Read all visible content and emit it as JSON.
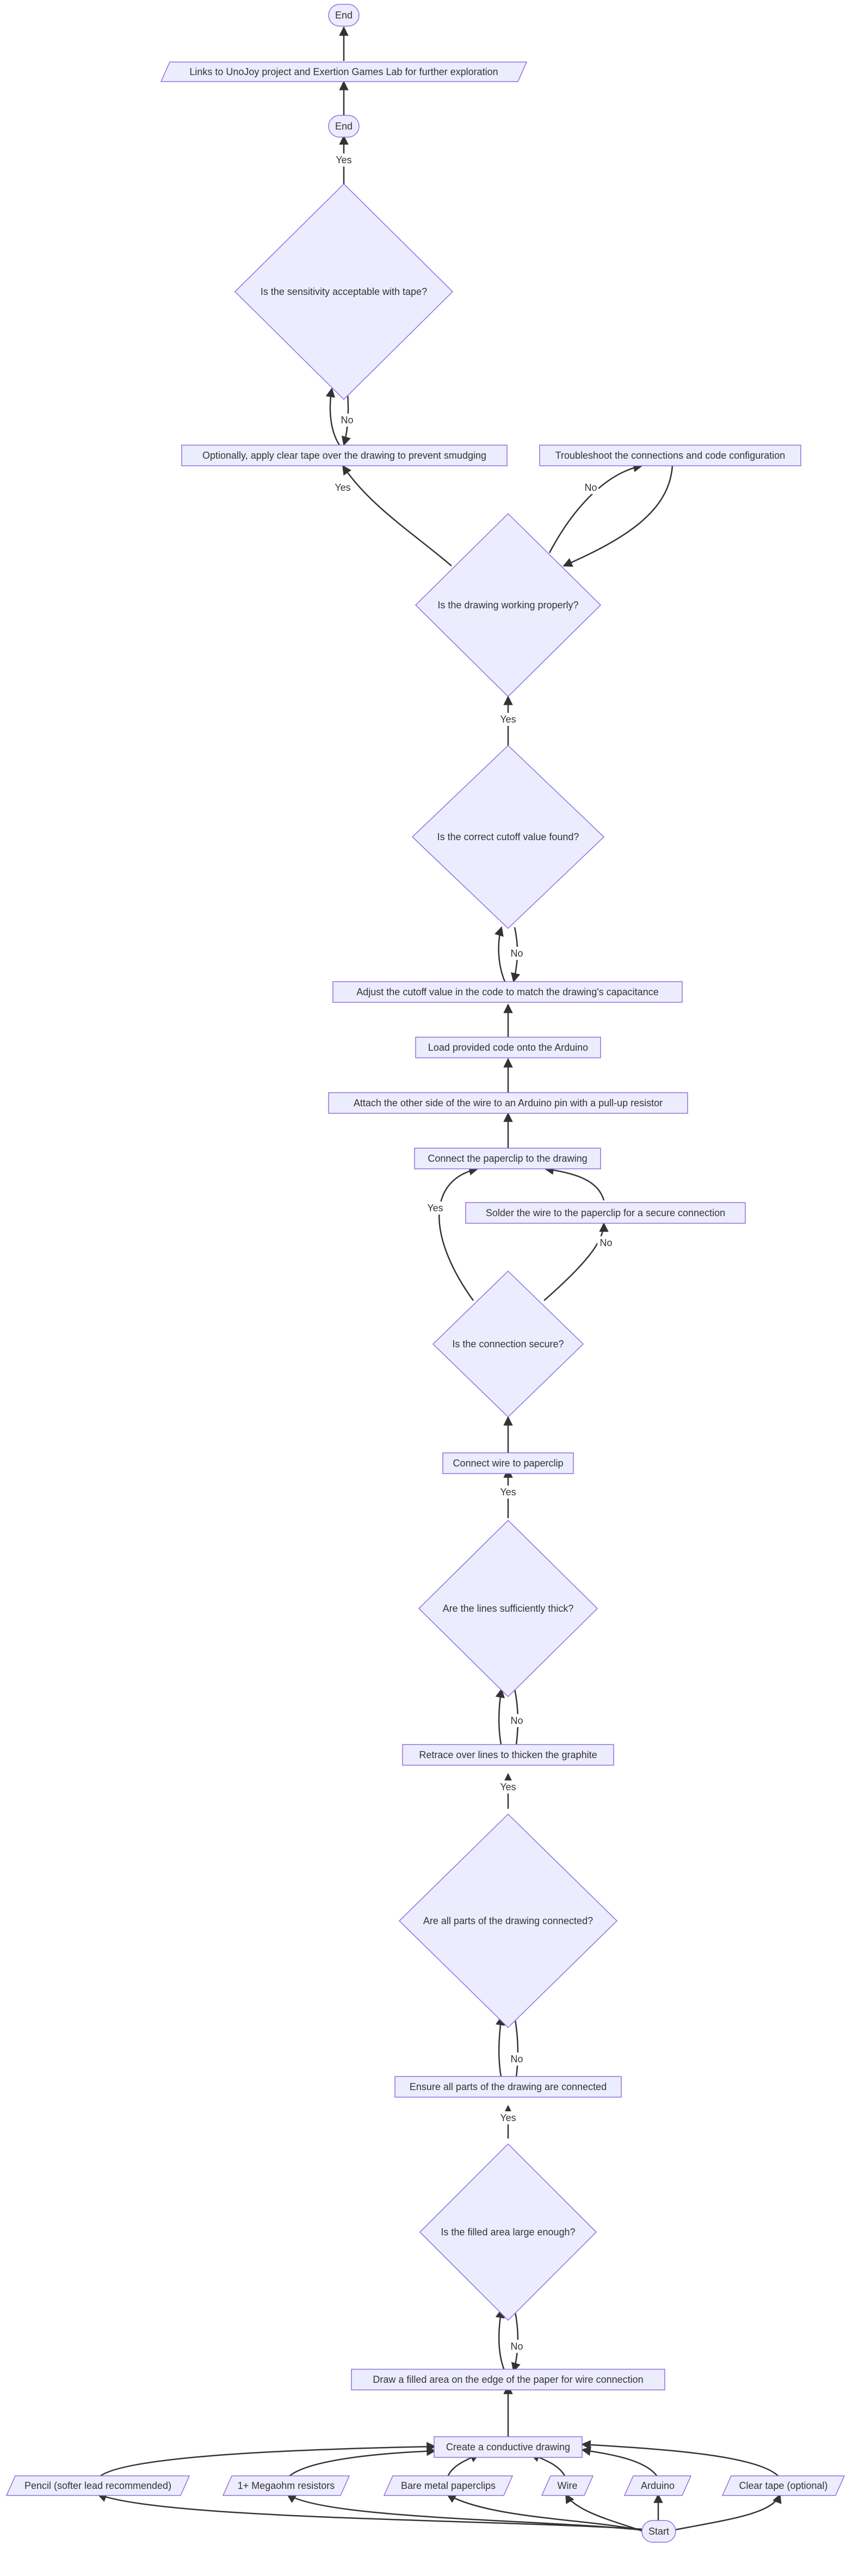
{
  "nodes": {
    "end_top": "End",
    "links": "Links to UnoJoy project and Exertion Games Lab for further exploration",
    "end_mid": "End",
    "q_sensitivity": "Is the sensitivity acceptable with tape?",
    "apply_tape": "Optionally, apply clear tape over the drawing to prevent smudging",
    "troubleshoot": "Troubleshoot the connections and code configuration",
    "q_working": "Is the drawing working properly?",
    "q_cutoff": "Is the correct cutoff value found?",
    "adjust_cutoff": "Adjust the cutoff value in the code to match the drawing's capacitance",
    "load_code": "Load provided code onto the Arduino",
    "attach_wire": "Attach the other side of the wire to an Arduino pin with a pull-up resistor",
    "connect_paperclip": "Connect the paperclip to the drawing",
    "solder": "Solder the wire to the paperclip for a secure connection",
    "q_secure": "Is the connection secure?",
    "wire_to_clip": "Connect wire to paperclip",
    "q_thick": "Are the lines sufficiently thick?",
    "retrace": "Retrace over lines to thicken the graphite",
    "q_connected": "Are all parts of the drawing connected?",
    "ensure_connected": "Ensure all parts of the drawing are connected",
    "q_filled": "Is the filled area large enough?",
    "draw_filled": "Draw a filled area on the edge of the paper for wire connection",
    "create_drawing": "Create a conductive drawing",
    "pencil": "Pencil (softer lead recommended)",
    "resistors": "1+ Megaohm resistors",
    "paperclips": "Bare metal paperclips",
    "wire": "Wire",
    "arduino": "Arduino",
    "clear_tape": "Clear tape (optional)",
    "start": "Start"
  },
  "edge_labels": {
    "yes_end": "Yes",
    "no_sensitivity": "No",
    "yes_tape": "Yes",
    "no_working": "No",
    "yes_working": "Yes",
    "no_cutoff": "No",
    "yes_secure": "Yes",
    "no_secure": "No",
    "yes_thick": "Yes",
    "no_thick": "No",
    "yes_connected": "Yes",
    "no_connected": "No",
    "yes_filled": "Yes",
    "no_filled": "No"
  },
  "colors": {
    "node_fill": "#ECECFF",
    "node_stroke": "#9370DB",
    "edge": "#333333",
    "text": "#333333",
    "background": "#ffffff"
  }
}
